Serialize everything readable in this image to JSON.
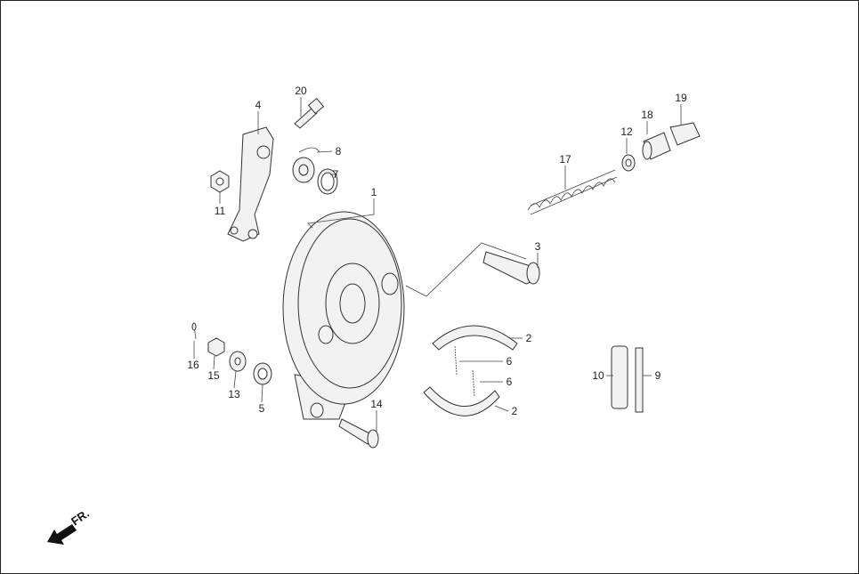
{
  "callouts": [
    {
      "id": "20",
      "text": "20"
    },
    {
      "id": "4",
      "text": "4"
    },
    {
      "id": "8",
      "text": "8"
    },
    {
      "id": "7",
      "text": "7"
    },
    {
      "id": "11",
      "text": "11"
    },
    {
      "id": "1",
      "text": "1"
    },
    {
      "id": "3",
      "text": "3"
    },
    {
      "id": "17",
      "text": "17"
    },
    {
      "id": "12",
      "text": "12"
    },
    {
      "id": "18",
      "text": "18"
    },
    {
      "id": "19",
      "text": "19"
    },
    {
      "id": "2a",
      "text": "2"
    },
    {
      "id": "6a",
      "text": "6"
    },
    {
      "id": "6b",
      "text": "6"
    },
    {
      "id": "2b",
      "text": "2"
    },
    {
      "id": "16",
      "text": "16"
    },
    {
      "id": "15",
      "text": "15"
    },
    {
      "id": "13",
      "text": "13"
    },
    {
      "id": "5",
      "text": "5"
    },
    {
      "id": "14",
      "text": "14"
    },
    {
      "id": "10",
      "text": "10"
    },
    {
      "id": "9",
      "text": "9"
    }
  ],
  "direction_indicator": {
    "text": "FR.",
    "icon": "arrow-down-left-icon"
  }
}
